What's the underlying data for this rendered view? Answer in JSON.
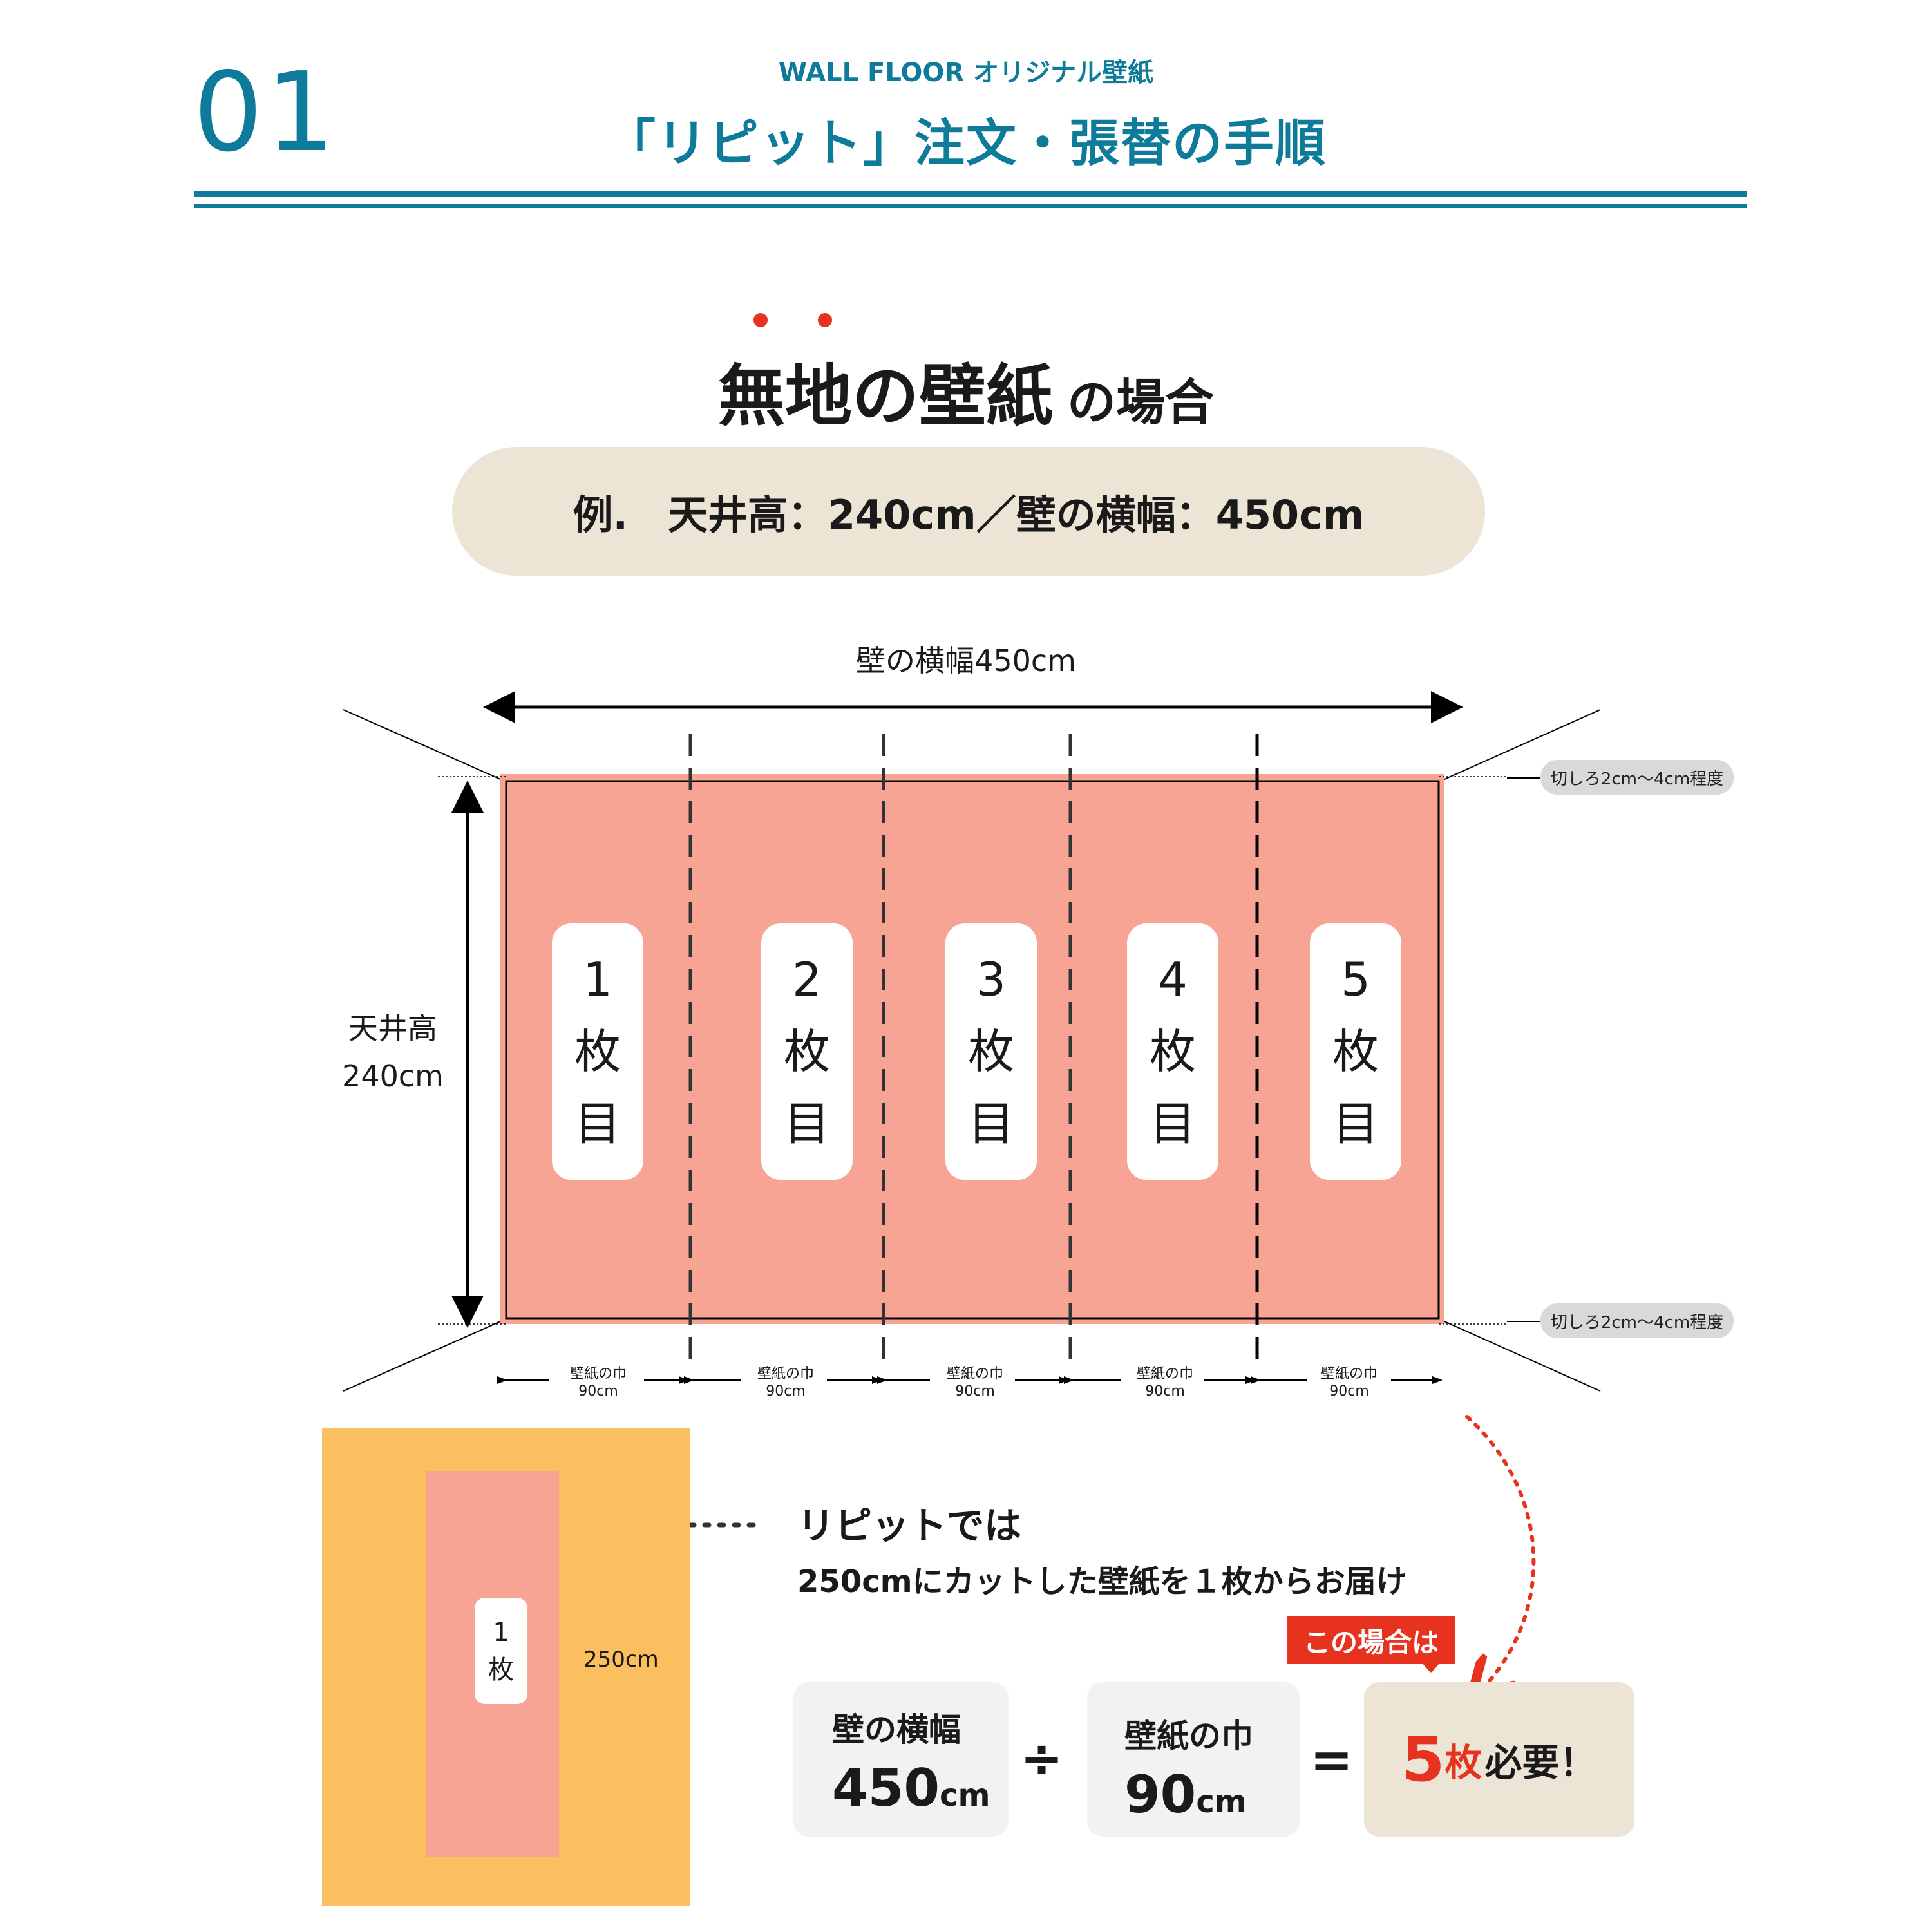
{
  "header": {
    "step_number": "01",
    "brand": "WALL FLOOR オリジナル壁紙",
    "title": "「リピット」注文・張替の手順",
    "accent_color": "#0f7b9a"
  },
  "section": {
    "title_main": "無地の壁紙",
    "title_sub": "の場合",
    "emphasis_color": "#e6321e"
  },
  "example": {
    "text": "例.　天井高：240cm／壁の横幅：450cm"
  },
  "diagram": {
    "wall_width_label": "壁の横幅450cm",
    "ceiling_label_line1": "天井高",
    "ceiling_label_line2": "240cm",
    "cut_margin_top": "切しろ2cm〜4cm程度",
    "cut_margin_bottom": "切しろ2cm〜4cm程度",
    "panel_color": "#f8a494",
    "panels": [
      {
        "num": "1",
        "u1": "枚",
        "u2": "目"
      },
      {
        "num": "2",
        "u1": "枚",
        "u2": "目"
      },
      {
        "num": "3",
        "u1": "枚",
        "u2": "目"
      },
      {
        "num": "4",
        "u1": "枚",
        "u2": "目"
      },
      {
        "num": "5",
        "u1": "枚",
        "u2": "目"
      }
    ],
    "panel_width_labels": [
      {
        "name": "壁紙の巾",
        "value": "90cm"
      },
      {
        "name": "壁紙の巾",
        "value": "90cm"
      },
      {
        "name": "壁紙の巾",
        "value": "90cm"
      },
      {
        "name": "壁紙の巾",
        "value": "90cm"
      },
      {
        "name": "壁紙の巾",
        "value": "90cm"
      }
    ]
  },
  "delivery": {
    "roll_num": "1",
    "roll_unit": "枚",
    "roll_length": "250cm",
    "line1": "リピットでは",
    "line2": "250cmにカットした壁紙を１枚からお届け",
    "background_color": "#fcbf5f"
  },
  "calc": {
    "badge": "この場合は",
    "a_label": "壁の横幅",
    "a_num": "450",
    "a_unit": "cm",
    "op_div": "÷",
    "b_label": "壁紙の巾",
    "b_num": "90",
    "b_unit": "cm",
    "op_eq": "=",
    "result_num": "5",
    "result_unit": "枚",
    "result_text": "必要！"
  }
}
